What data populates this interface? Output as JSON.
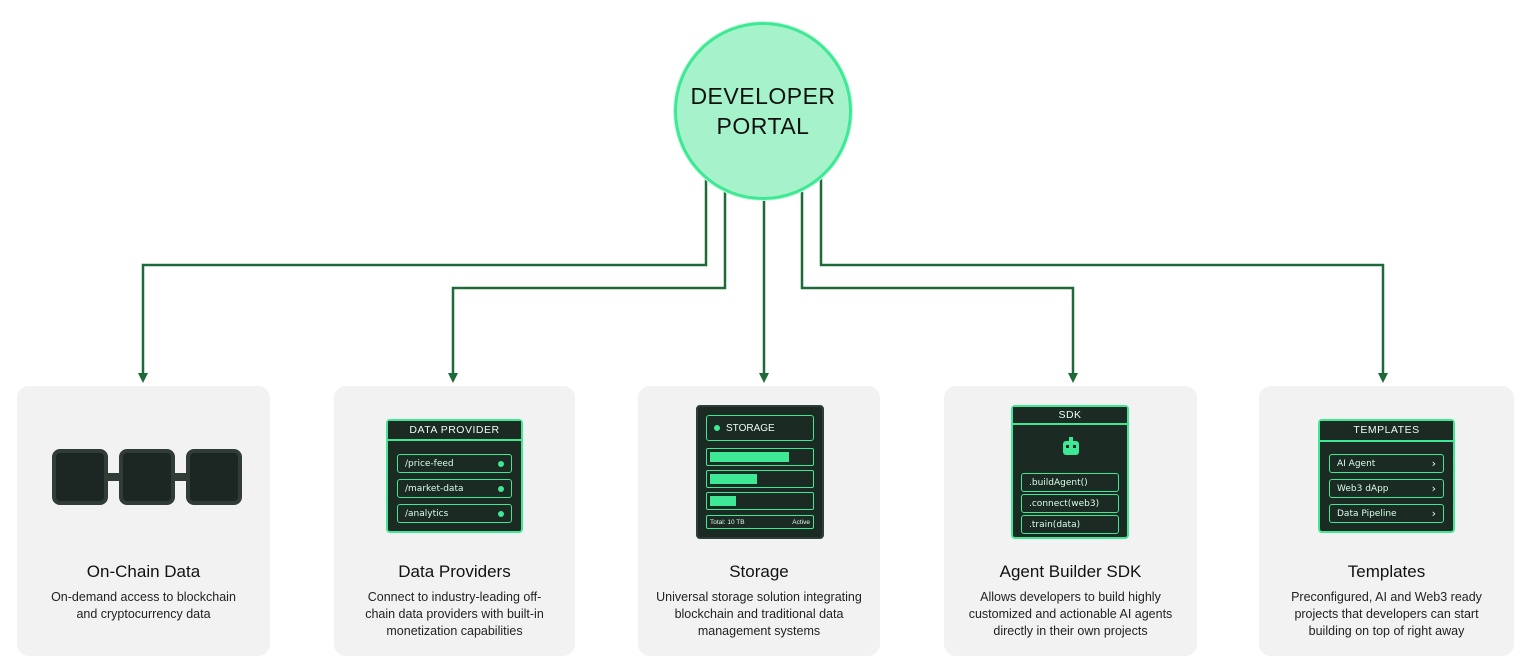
{
  "hub": {
    "line1": "DEVELOPER",
    "line2": "PORTAL"
  },
  "colors": {
    "accent": "#3fe895",
    "line": "#1e6b3a",
    "hub_fill": "#a6f3cb",
    "card_bg": "#f2f2f2",
    "panel_bg": "#1b2a22"
  },
  "cards": [
    {
      "title": "On-Chain Data",
      "desc": "On-demand access to blockchain and cryptocurrency data",
      "icon": "blockchain-chain-icon"
    },
    {
      "title": "Data Providers",
      "desc": "Connect to industry-leading off-chain data providers with built-in monetization capabilities",
      "panel": {
        "header": "DATA PROVIDER",
        "rows": [
          "/price-feed",
          "/market-data",
          "/analytics"
        ]
      }
    },
    {
      "title": "Storage",
      "desc": "Universal storage solution integrating blockchain and traditional data management systems",
      "panel": {
        "header": "STORAGE",
        "bars": [
          0.8,
          0.5,
          0.3
        ],
        "footer_left": "Total: 10 TB",
        "footer_right": "Active"
      }
    },
    {
      "title": "Agent Builder SDK",
      "desc": "Allows developers to build highly customized and actionable AI agents directly in their own projects",
      "panel": {
        "header": "SDK",
        "rows": [
          ".buildAgent()",
          ".connect(web3)",
          ".train(data)"
        ]
      }
    },
    {
      "title": "Templates",
      "desc": "Preconfigured, AI and Web3 ready projects that developers can start building on top of right away",
      "panel": {
        "header": "TEMPLATES",
        "rows": [
          "AI Agent",
          "Web3 dApp",
          "Data Pipeline"
        ]
      }
    }
  ]
}
